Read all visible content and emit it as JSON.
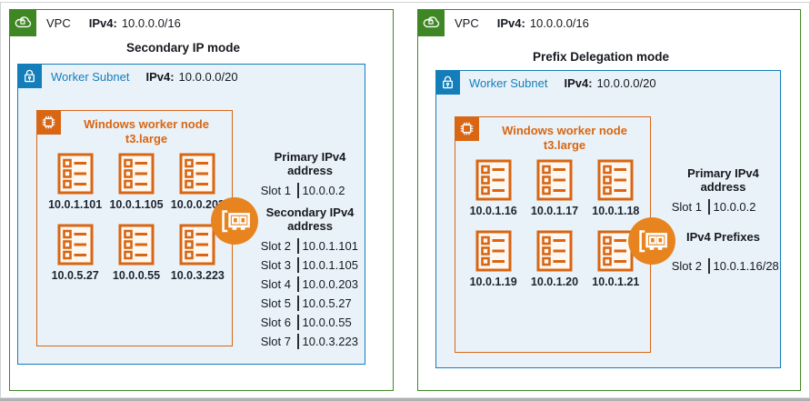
{
  "colors": {
    "vpc_green": "#3F8624",
    "subnet_blue": "#147EBA",
    "node_orange": "#D86613",
    "eni_orange": "#E8841F",
    "subnet_fill": "#E9F2F9"
  },
  "panels": [
    {
      "vpc_label": "VPC",
      "ip_key": "IPv4:",
      "vpc_cidr": "10.0.0.0/16",
      "mode_title": "Secondary IP mode",
      "subnet_label": "Worker Subnet",
      "subnet_ip_key": "IPv4:",
      "subnet_cidr": "10.0.0.0/20",
      "node_title": "Windows worker node",
      "node_type": "t3.large",
      "node_ips": [
        "10.0.1.101",
        "10.0.1.105",
        "10.0.0.203",
        "10.0.5.27",
        "10.0.0.55",
        "10.0.3.223"
      ],
      "slot_sections": [
        {
          "header": "Primary IPv4 address",
          "rows": [
            {
              "slot": "Slot 1",
              "value": "10.0.0.2"
            }
          ]
        },
        {
          "header": "Secondary IPv4 address",
          "rows": [
            {
              "slot": "Slot 2",
              "value": "10.0.1.101"
            },
            {
              "slot": "Slot 3",
              "value": "10.0.1.105"
            },
            {
              "slot": "Slot 4",
              "value": "10.0.0.203"
            },
            {
              "slot": "Slot 5",
              "value": "10.0.5.27"
            },
            {
              "slot": "Slot 6",
              "value": "10.0.0.55"
            },
            {
              "slot": "Slot 7",
              "value": "10.0.3.223"
            }
          ]
        }
      ]
    },
    {
      "vpc_label": "VPC",
      "ip_key": "IPv4:",
      "vpc_cidr": "10.0.0.0/16",
      "mode_title": "Prefix Delegation mode",
      "subnet_label": "Worker Subnet",
      "subnet_ip_key": "IPv4:",
      "subnet_cidr": "10.0.0.0/20",
      "node_title": "Windows worker node",
      "node_type": "t3.large",
      "node_ips": [
        "10.0.1.16",
        "10.0.1.17",
        "10.0.1.18",
        "10.0.1.19",
        "10.0.1.20",
        "10.0.1.21"
      ],
      "slot_sections": [
        {
          "header": "Primary IPv4 address",
          "rows": [
            {
              "slot": "Slot 1",
              "value": "10.0.0.2"
            }
          ]
        },
        {
          "header": "IPv4 Prefixes",
          "rows": [
            {
              "slot": "Slot 2",
              "value": "10.0.1.16/28"
            }
          ]
        }
      ]
    }
  ]
}
